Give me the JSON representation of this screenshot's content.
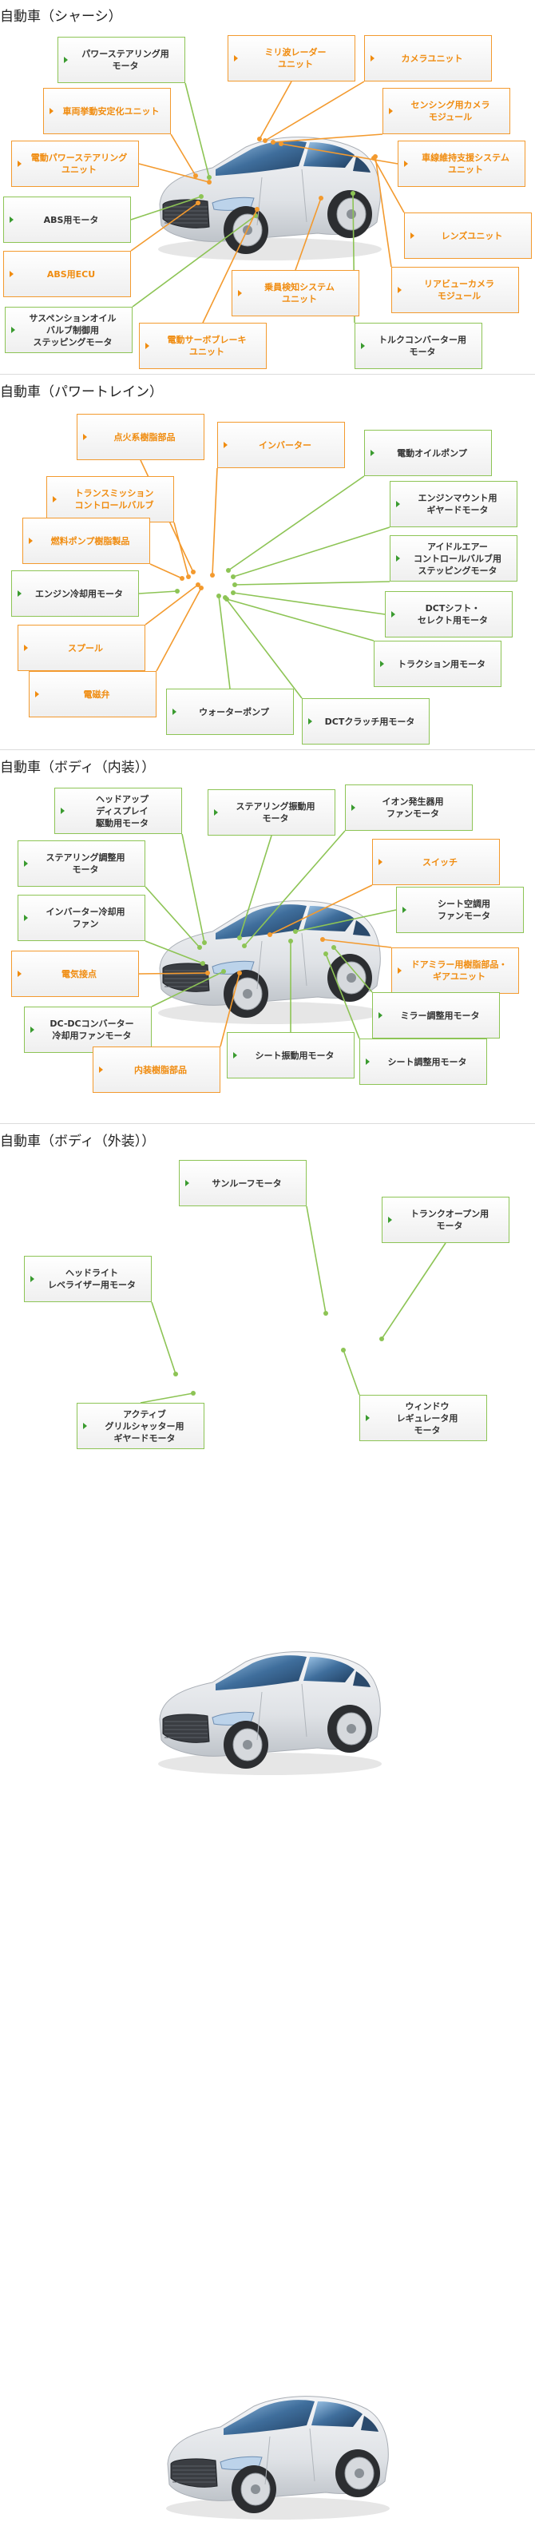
{
  "colors": {
    "orange": "#f39a2e",
    "green": "#8dc455",
    "divider": "#dcdcdc"
  },
  "sections": [
    {
      "title": "自動車（シャーシ）",
      "labels": [
        {
          "text": "パワーステアリング用\nモータ",
          "color": "green"
        },
        {
          "text": "ミリ波レーダー\nユニット",
          "color": "orange"
        },
        {
          "text": "カメラユニット",
          "color": "orange"
        },
        {
          "text": "車両挙動安定化ユニット",
          "color": "orange"
        },
        {
          "text": "センシング用カメラ\nモジュール",
          "color": "orange"
        },
        {
          "text": "電動パワーステアリング\nユニット",
          "color": "orange"
        },
        {
          "text": "車線維持支援システム\nユニット",
          "color": "orange"
        },
        {
          "text": "ABS用モータ",
          "color": "green"
        },
        {
          "text": "レンズユニット",
          "color": "orange"
        },
        {
          "text": "ABS用ECU",
          "color": "orange"
        },
        {
          "text": "乗員検知システム\nユニット",
          "color": "orange"
        },
        {
          "text": "リアビューカメラ\nモジュール",
          "color": "orange"
        },
        {
          "text": "サスペンションオイル\nバルブ制御用\nステッピングモータ",
          "color": "green"
        },
        {
          "text": "電動サーボブレーキ\nユニット",
          "color": "orange"
        },
        {
          "text": "トルクコンバーター用\nモータ",
          "color": "green"
        }
      ]
    },
    {
      "title": "自動車（パワートレイン）",
      "labels": [
        {
          "text": "点火系樹脂部品",
          "color": "orange"
        },
        {
          "text": "インバーター",
          "color": "orange"
        },
        {
          "text": "電動オイルポンプ",
          "color": "green"
        },
        {
          "text": "トランスミッション\nコントロールバルブ",
          "color": "orange"
        },
        {
          "text": "エンジンマウント用\nギヤードモータ",
          "color": "green"
        },
        {
          "text": "燃料ポンプ樹脂製品",
          "color": "orange"
        },
        {
          "text": "アイドルエアー\nコントロールバルブ用\nステッピングモータ",
          "color": "green"
        },
        {
          "text": "エンジン冷却用モータ",
          "color": "green"
        },
        {
          "text": "DCTシフト・\nセレクト用モータ",
          "color": "green"
        },
        {
          "text": "スプール",
          "color": "orange"
        },
        {
          "text": "トラクション用モータ",
          "color": "green"
        },
        {
          "text": "電磁弁",
          "color": "orange"
        },
        {
          "text": "ウォーターポンプ",
          "color": "green"
        },
        {
          "text": "DCTクラッチ用モータ",
          "color": "green"
        }
      ]
    },
    {
      "title": "自動車（ボディ（内装））",
      "labels": [
        {
          "text": "ヘッドアップ\nディスプレイ\n駆動用モータ",
          "color": "green"
        },
        {
          "text": "ステアリング振動用\nモータ",
          "color": "green"
        },
        {
          "text": "イオン発生器用\nファンモータ",
          "color": "green"
        },
        {
          "text": "ステアリング調整用\nモータ",
          "color": "green"
        },
        {
          "text": "スイッチ",
          "color": "orange"
        },
        {
          "text": "インバーター冷却用\nファン",
          "color": "green"
        },
        {
          "text": "シート空調用\nファンモータ",
          "color": "green"
        },
        {
          "text": "電気接点",
          "color": "orange"
        },
        {
          "text": "ドアミラー用樹脂部品・\nギアユニット",
          "color": "orange"
        },
        {
          "text": "DC-DCコンバーター\n冷却用ファンモータ",
          "color": "green"
        },
        {
          "text": "ミラー調整用モータ",
          "color": "green"
        },
        {
          "text": "シート振動用モータ",
          "color": "green"
        },
        {
          "text": "内装樹脂部品",
          "color": "orange"
        },
        {
          "text": "シート調整用モータ",
          "color": "green"
        }
      ]
    },
    {
      "title": "自動車（ボディ（外装））",
      "labels": [
        {
          "text": "サンルーフモータ",
          "color": "green"
        },
        {
          "text": "トランクオープン用\nモータ",
          "color": "green"
        },
        {
          "text": "ヘッドライト\nレベライザー用モータ",
          "color": "green"
        },
        {
          "text": "アクティブ\nグリルシャッター用\nギヤードモータ",
          "color": "green"
        },
        {
          "text": "ウィンドウ\nレギュレータ用\nモータ",
          "color": "green"
        }
      ]
    }
  ]
}
